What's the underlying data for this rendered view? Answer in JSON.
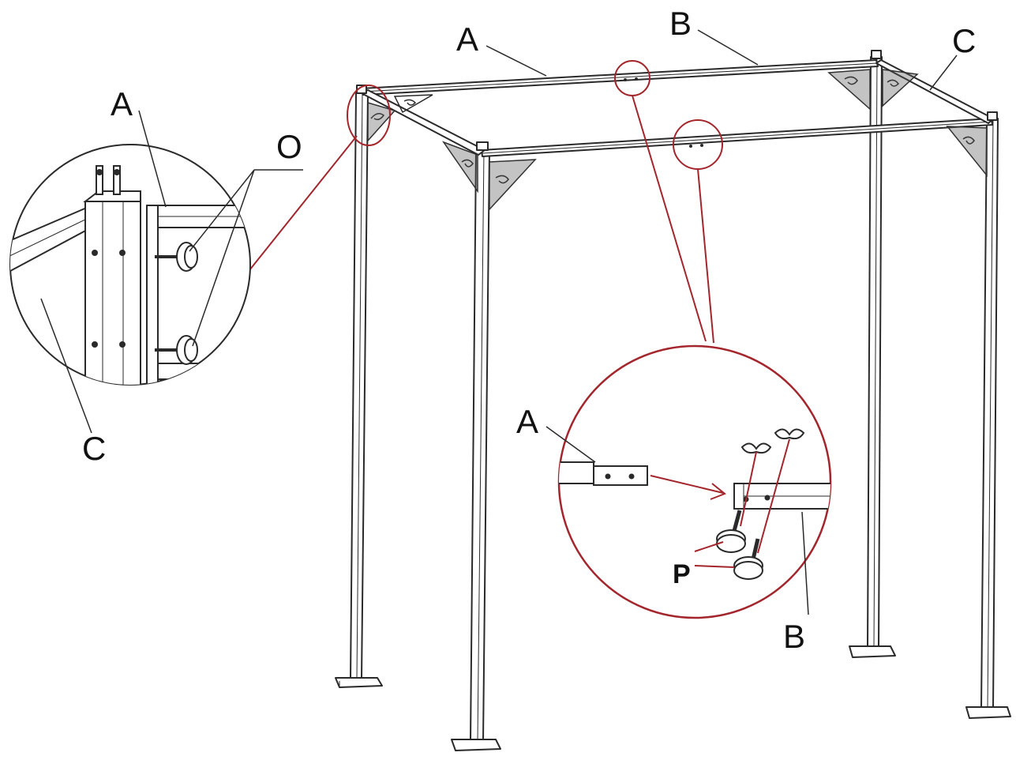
{
  "labels": {
    "top_a": "A",
    "top_b": "B",
    "top_c": "C",
    "left_a": "A",
    "left_o": "O",
    "left_c": "C",
    "right_a": "A",
    "right_p": "P",
    "right_b": "B"
  },
  "colors": {
    "line": "#2a2a2a",
    "callout": "#a3262c",
    "frame_fill": "#ffffff"
  }
}
